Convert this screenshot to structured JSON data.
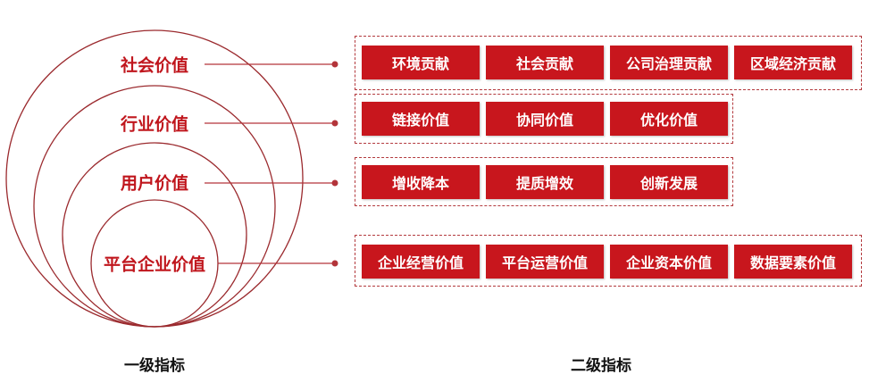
{
  "colors": {
    "accent": "#c8161d",
    "line": "#9b2a2e"
  },
  "primary": [
    {
      "label": "社会价值"
    },
    {
      "label": "行业价值"
    },
    {
      "label": "用户价值"
    },
    {
      "label": "平台企业价值"
    }
  ],
  "secondary": [
    {
      "items": [
        "环境贡献",
        "社会贡献",
        "公司治理贡献",
        "区域经济贡献"
      ]
    },
    {
      "items": [
        "链接价值",
        "协同价值",
        "优化价值"
      ]
    },
    {
      "items": [
        "增收降本",
        "提质增效",
        "创新发展"
      ]
    },
    {
      "items": [
        "企业经营价值",
        "平台运营价值",
        "企业资本价值",
        "数据要素价值"
      ]
    }
  ],
  "footer": {
    "level1": "一级指标",
    "level2": "二级指标"
  }
}
